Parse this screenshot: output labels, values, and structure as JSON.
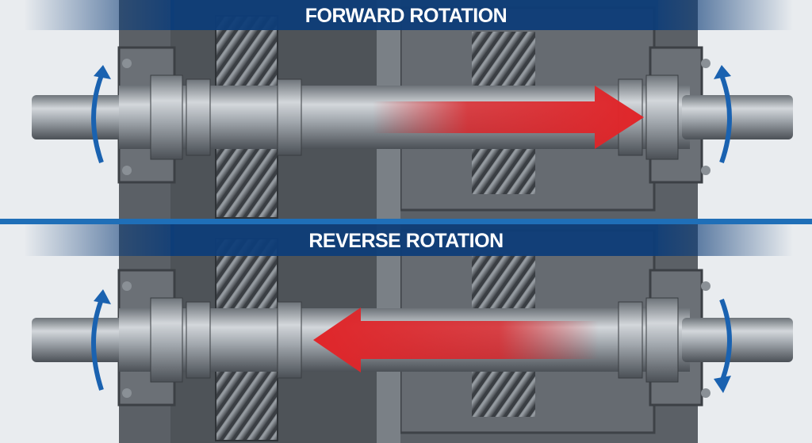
{
  "panels": [
    {
      "title": "FORWARD ROTATION",
      "arrow_direction": "right"
    },
    {
      "title": "REVERSE ROTATION",
      "arrow_direction": "left"
    }
  ],
  "colors": {
    "banner": "#0e3d78",
    "divider": "#1f6fb8",
    "arrow_red": "#d9262b",
    "arrow_blue": "#1a62b0",
    "housing": "#55595f",
    "shaft": "#9ea4aa",
    "background": "#e9ecef"
  }
}
